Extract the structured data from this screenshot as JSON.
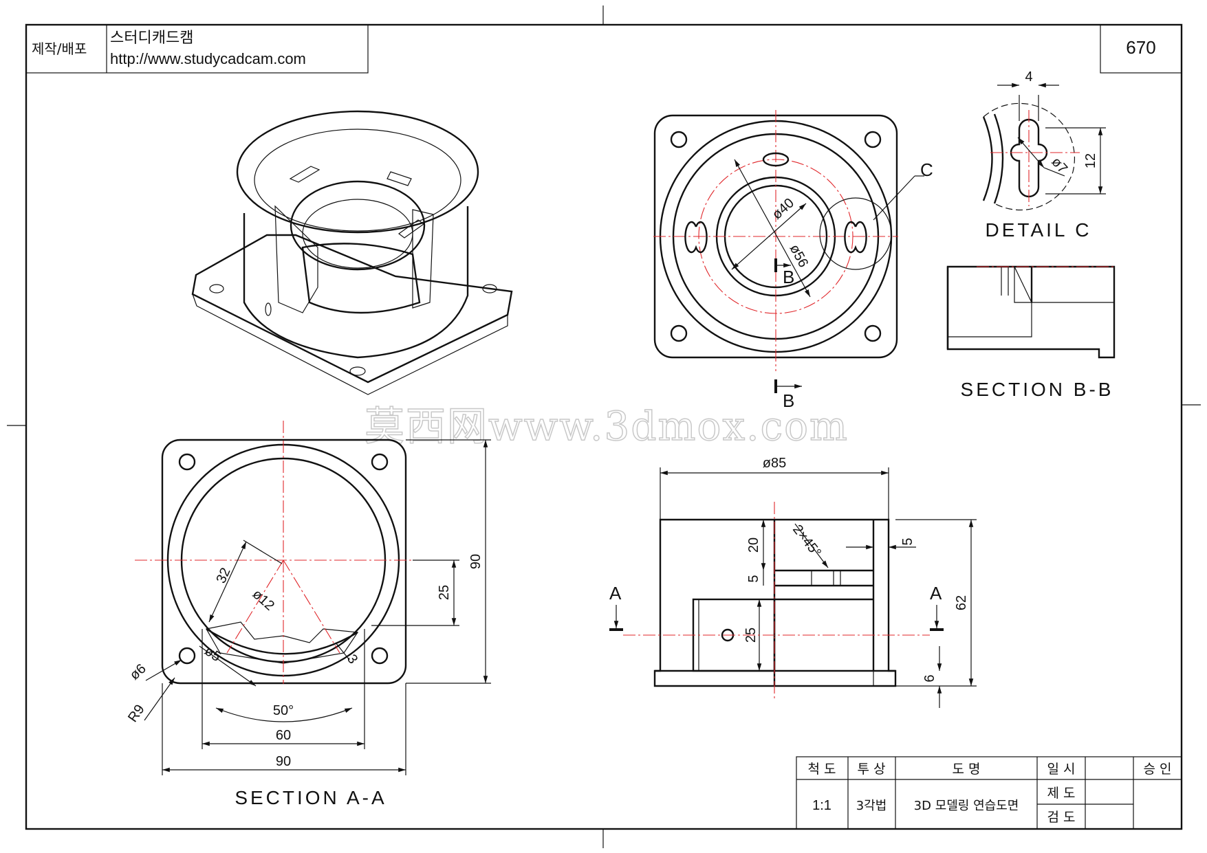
{
  "header": {
    "maker_label": "제작/배포",
    "maker_name": "스터디캐드캠",
    "maker_url": "http://www.studycadcam.com",
    "drawing_number": "670"
  },
  "watermark": "莫西网www.3dmox.com",
  "views": {
    "detail_c": {
      "label": "DETAIL C",
      "dims": {
        "width": "4",
        "height": "12",
        "diameter": "ø7"
      }
    },
    "top_view": {
      "callout": "C",
      "section_mark": "B",
      "dims": {
        "inner_diameter": "ø40",
        "pcd": "ø56"
      }
    },
    "section_bb": {
      "label": "SECTION B-B"
    },
    "section_aa": {
      "label": "SECTION A-A",
      "dims": {
        "radius": "32",
        "bore": "ø12",
        "offset": "25",
        "height": "90",
        "hole_dia": "ø6",
        "corner_radius": "R9",
        "slot_dia": "ø5",
        "slot_width": "3",
        "angle": "50°",
        "span": "60",
        "width": "90"
      }
    },
    "front_view": {
      "section_mark": "A",
      "dims": {
        "diameter": "ø85",
        "depth_top": "20",
        "groove": "5",
        "chamfer": "2×45°",
        "wall": "5",
        "height": "62",
        "hole_height": "25",
        "base": "6"
      }
    }
  },
  "title_block": {
    "scale_label": "척 도",
    "scale_value": "1:1",
    "projection_label": "투 상",
    "projection_value": "3각법",
    "title_label": "도 명",
    "title_value": "3D 모델링 연습도면",
    "date_label": "일 시",
    "drawn_label": "제 도",
    "checked_label": "검 도",
    "approval_label": "승 인"
  },
  "colors": {
    "line": "#111111",
    "centerline": "#e0262a",
    "watermark": "#c8c8c8"
  }
}
